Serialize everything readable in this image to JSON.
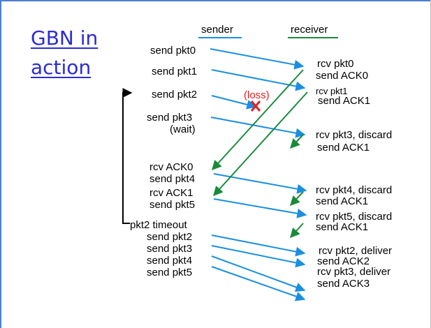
{
  "slide": {
    "title_line1": "GBN in",
    "title_line2": "action",
    "sender_heading": "sender",
    "receiver_heading": "receiver"
  },
  "sender_events": [
    "send pkt0",
    "send pkt1",
    "send pkt2",
    "send pkt3",
    "(wait)",
    "rcv ACK0",
    "send pkt4",
    "rcv ACK1",
    "send pkt5",
    "pkt2 timeout",
    "send pkt2",
    "send pkt3",
    "send pkt4",
    "send pkt5"
  ],
  "receiver_events": [
    "rcv pkt0",
    "send ACK0",
    "rcv pkt1",
    "send ACK1",
    "rcv pkt3, discard",
    "send ACK1",
    "rcv pkt4, discard",
    "send ACK1",
    "rcv pkt5, discard",
    "send ACK1",
    "rcv pkt2, deliver",
    "send ACK2",
    "rcv pkt3, deliver",
    "send ACK3"
  ],
  "loss_label": "(loss)",
  "colors": {
    "title": "#2b2bd6",
    "packet_arrow": "#1a8fe0",
    "ack_arrow": "#1a8a3a",
    "loss": "#e02020",
    "timeout_bracket": "#000000"
  }
}
